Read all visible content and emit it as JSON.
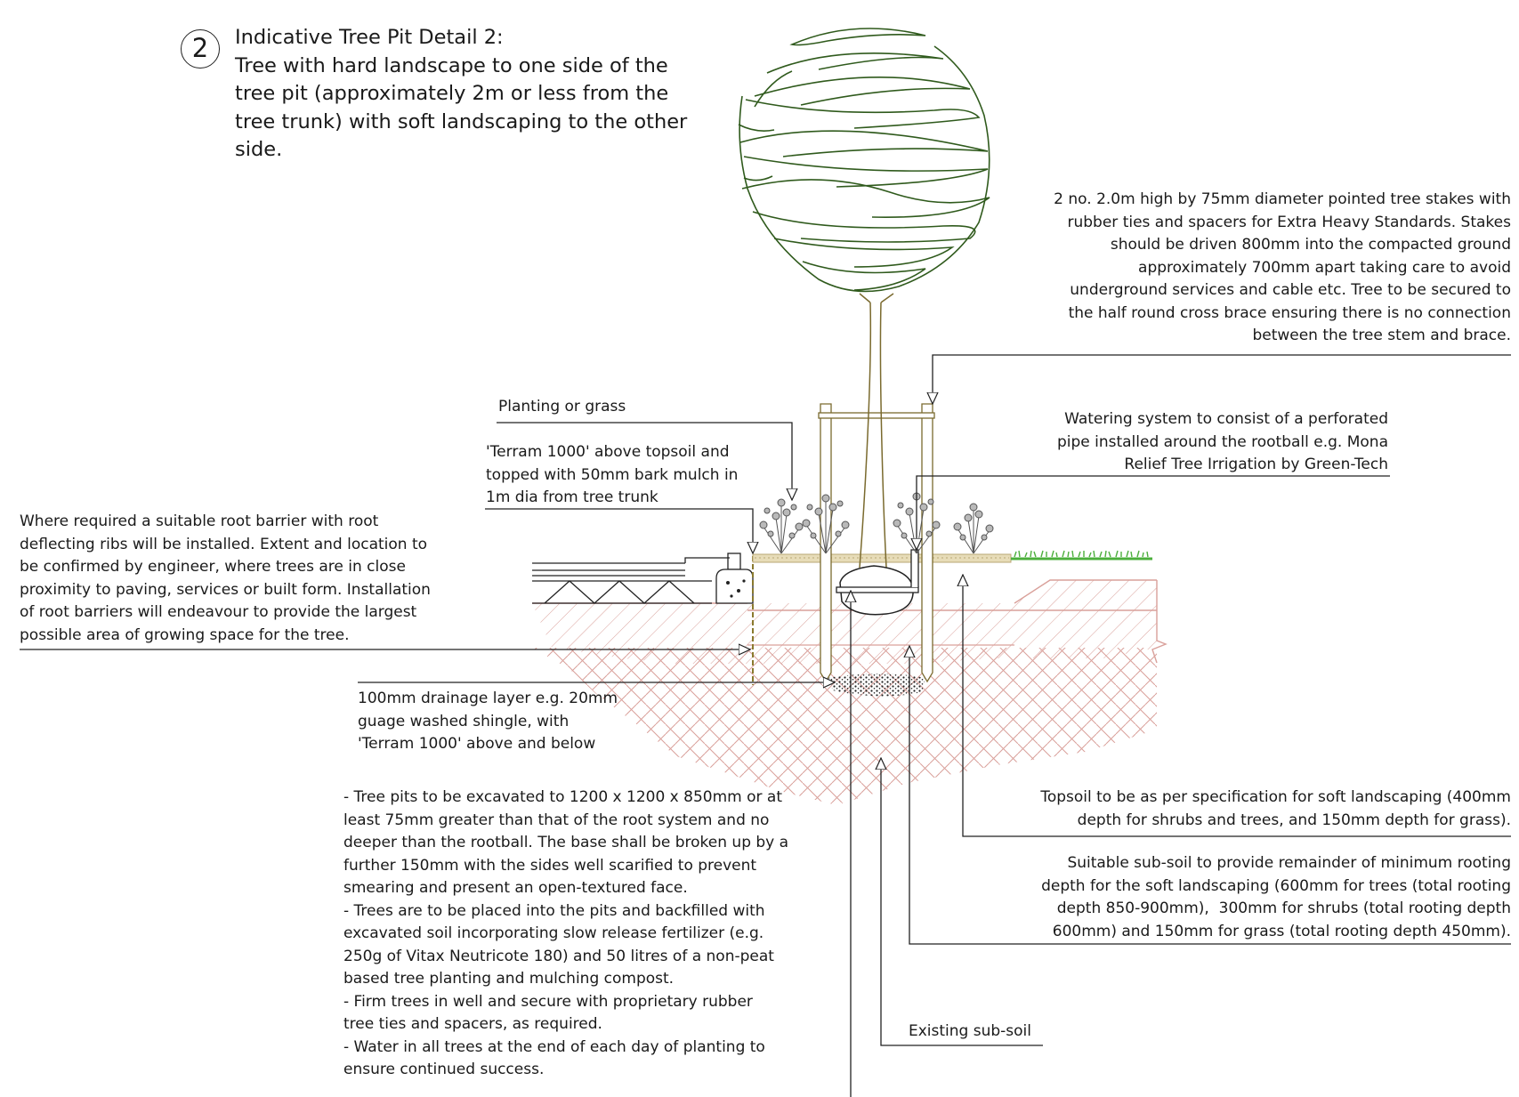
{
  "title": {
    "number": "2",
    "lines": [
      "Indicative Tree Pit Detail 2:",
      "Tree with hard landscape to one side of the",
      "tree pit (approximately 2m or less from the",
      "tree trunk) with soft landscaping to the other",
      "side."
    ]
  },
  "labels": {
    "stakes": [
      "2 no. 2.0m high by 75mm diameter pointed tree stakes with",
      "rubber ties and spacers for Extra Heavy Standards. Stakes",
      "should be driven 800mm into the compacted ground",
      "approximately 700mm apart taking care to avoid",
      "underground services and cable etc. Tree to be secured to",
      "the half round cross brace ensuring there is no connection",
      "between the tree stem and brace."
    ],
    "planting": [
      "Planting or grass"
    ],
    "terram_top": [
      "'Terram 1000' above topsoil and",
      "topped with 50mm bark mulch in",
      "1m dia from tree trunk"
    ],
    "watering": [
      "Watering system to consist of a perforated",
      "pipe installed around the rootball e.g. Mona",
      "Relief Tree Irrigation by Green-Tech"
    ],
    "root_barrier": [
      "Where required a suitable root barrier with root",
      "deflecting ribs will be installed. Extent and location to",
      "be confirmed by engineer, where trees are in close",
      "proximity to paving, services or built form. Installation",
      "of root barriers will endeavour to provide the largest",
      "possible area of growing space for the tree."
    ],
    "drainage": [
      "100mm drainage layer e.g. 20mm",
      "guage washed shingle, with",
      "'Terram 1000' above and below"
    ],
    "pit_notes": [
      "- Tree pits to be excavated to 1200 x 1200 x 850mm or at",
      "least 75mm greater than that of the root system and no",
      "deeper than the rootball. The base shall be broken up by a",
      "further 150mm with the sides well scarified to prevent",
      "smearing and present an open-textured face.",
      "- Trees are to be placed into the pits and backfilled with",
      "excavated soil incorporating slow release fertilizer (e.g.",
      "250g of Vitax Neutricote 180) and 50 litres of a non-peat",
      "based tree planting and mulching compost.",
      "- Firm trees in well and secure with proprietary rubber",
      "tree ties and spacers, as required.",
      "- Water in all trees at the end of each day of planting to",
      "ensure continued success."
    ],
    "topsoil": [
      "Topsoil to be as per specification for soft landscaping (400mm",
      "depth for shrubs and trees, and 150mm depth for grass)."
    ],
    "subsoil": [
      "Suitable sub-soil to provide remainder of minimum rooting",
      "depth for the soft landscaping (600mm for trees (total rooting",
      "depth 850-900mm),  300mm for shrubs (total rooting depth",
      "600mm) and 150mm for grass (total rooting depth 450mm)."
    ],
    "existing": [
      "Existing sub-soil"
    ]
  },
  "colors": {
    "canopy": "#2f5a1c",
    "trunk": "#7a6a2e",
    "soil_hatch": "#d9a09a",
    "grass": "#4caf3c",
    "mulch": "#c8b98a",
    "ink": "#1a1a1a"
  }
}
